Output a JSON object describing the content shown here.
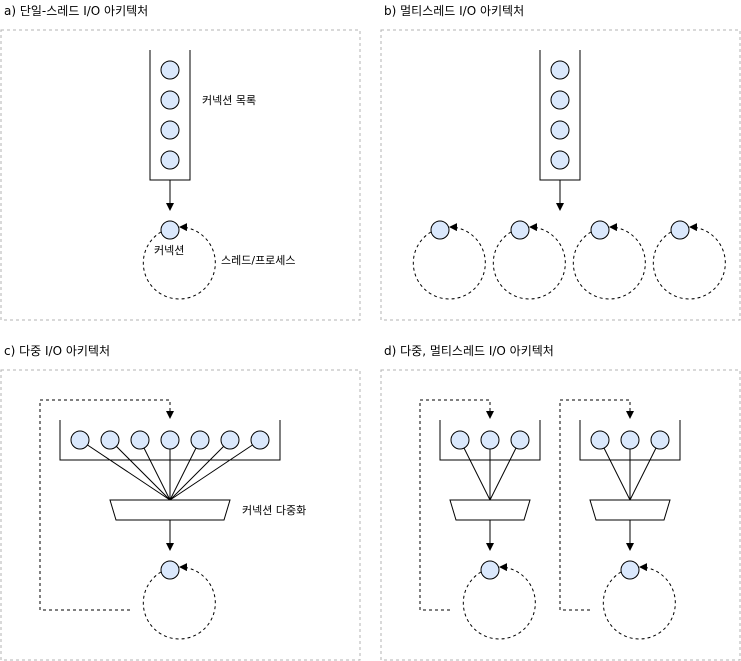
{
  "panels": {
    "a": {
      "title": "a) 단일-스레드 I/O 아키텍처",
      "queue_label": "커넥션 목록",
      "connection_label": "커넥션",
      "thread_label": "스레드/프로세스"
    },
    "b": {
      "title": "b) 멀티스레드 I/O 아키텍처"
    },
    "c": {
      "title": "c) 다중 I/O 아키텍처",
      "mux_label": "커넥션 다중화"
    },
    "d": {
      "title": "d) 다중, 멀티스레드 I/O 아키텍처"
    }
  },
  "colors": {
    "connection_fill": "#dae8fc",
    "box_border": "#b3b3b3"
  }
}
